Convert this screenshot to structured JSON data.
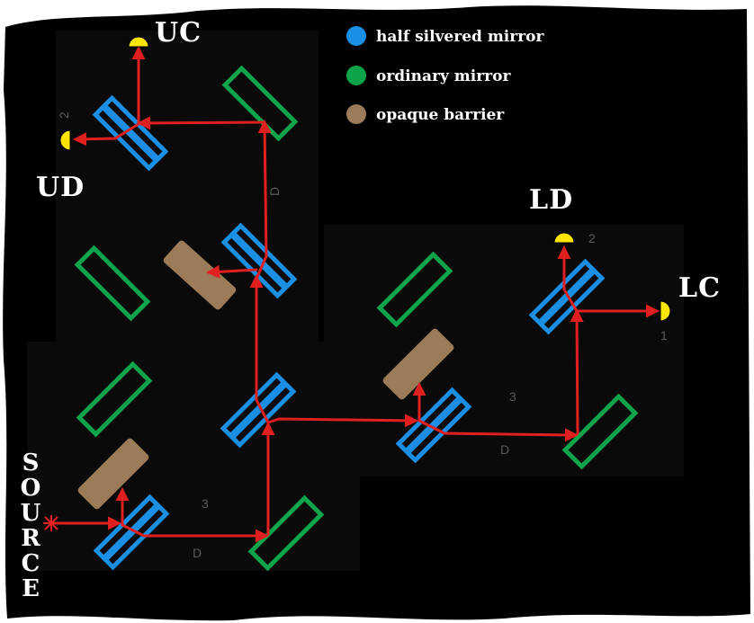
{
  "title": "",
  "legend": [
    {
      "label": "half silvered mirror",
      "color": "#1a8fe3",
      "icon": "blue-dot-icon"
    },
    {
      "label": "ordinary mirror",
      "color": "#0ea44b",
      "icon": "green-dot-icon"
    },
    {
      "label": "opaque barrier",
      "color": "#9b7b58",
      "icon": "brown-dot-icon"
    }
  ],
  "detectors": {
    "uc": "UC",
    "ud": "UD",
    "ld": "LD",
    "lc": "LC"
  },
  "source_label": "SOURCE",
  "path_labels": {
    "d": "D",
    "three": "3",
    "two": "2",
    "one": "1"
  },
  "colors": {
    "background": "#000000",
    "beam": "#e02020",
    "half_mirror": "#1a8fe3",
    "ordinary_mirror": "#0ea44b",
    "barrier": "#9b7b58",
    "detector": "#ffe600"
  }
}
